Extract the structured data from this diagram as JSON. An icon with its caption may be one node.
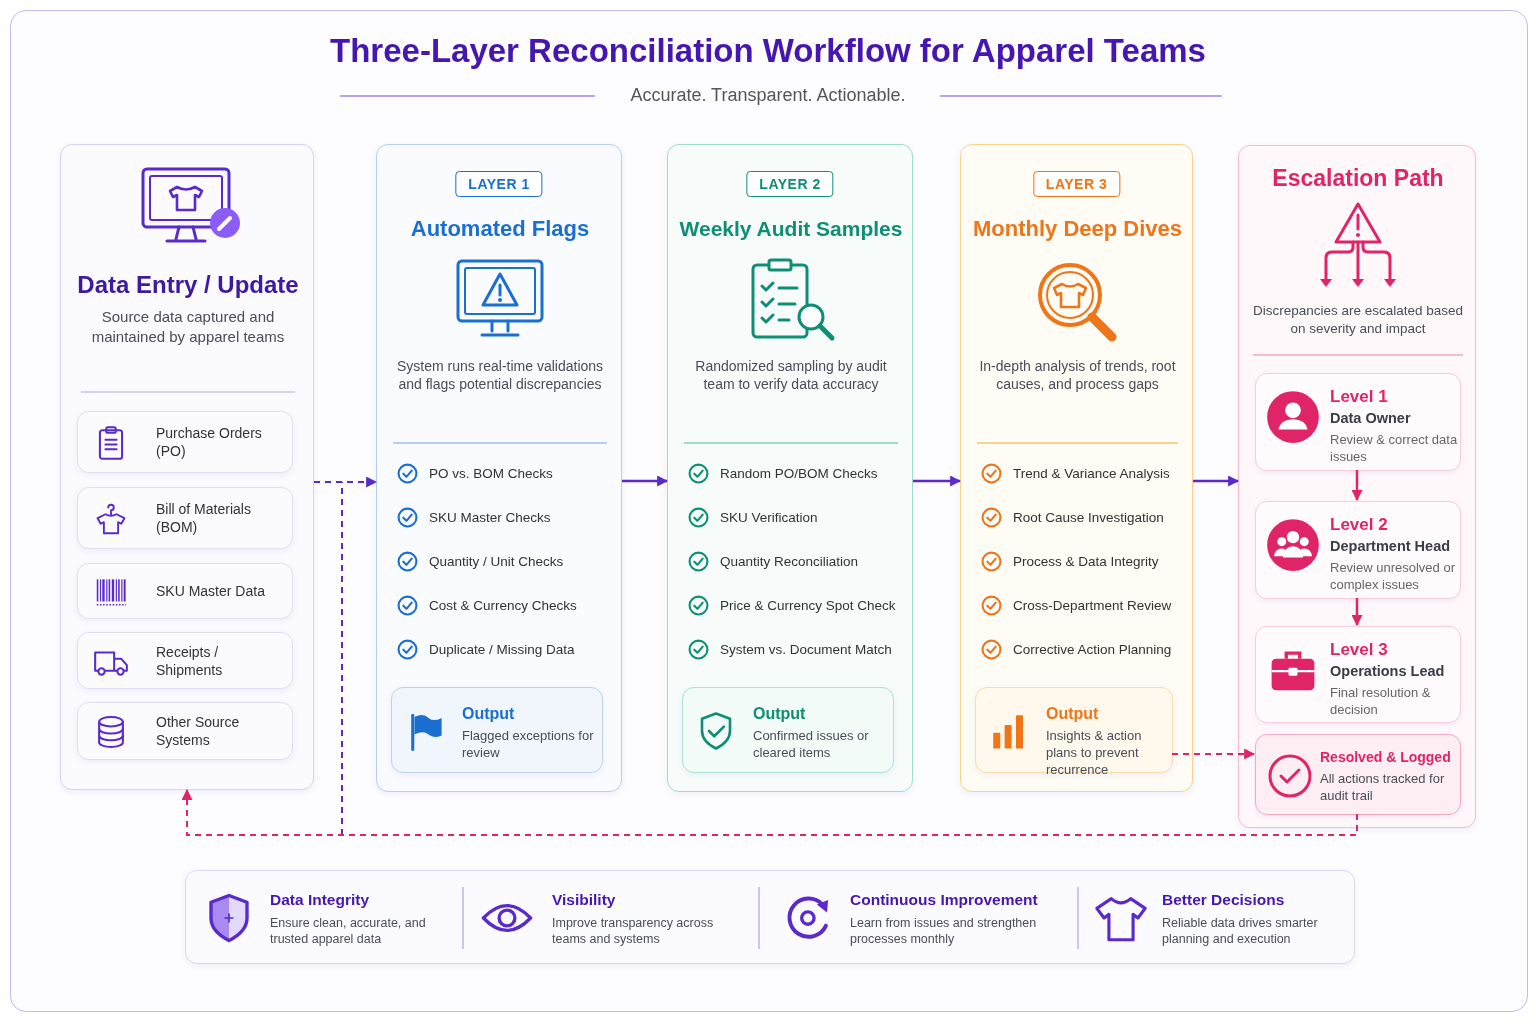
{
  "diagram": {
    "title": "Three-Layer Reconciliation Workflow for Apparel Teams",
    "nodes": [
      {
        "text": [
          "Data Entry / Update",
          "Source data captured and maintained by apparel teams"
        ]
      },
      {
        "text": [
          "Purchase Orders (PO)"
        ],
        "in": 0
      },
      {
        "text": [
          "Bill of Materials (BOM)"
        ],
        "in": 0
      },
      {
        "text": [
          "SKU Master Data"
        ],
        "in": 0
      },
      {
        "text": [
          "Receipts / Shipments"
        ],
        "in": 0
      },
      {
        "text": [
          "Other Source Systems"
        ],
        "in": 0
      },
      {
        "text": [
          "LAYER 1",
          "Automated Flags",
          "System runs real-time validations and flags potential discrepancies",
          "PO vs. BOM Checks",
          "SKU Master Checks",
          "Quantity / Unit Checks",
          "Cost & Currency Checks",
          "Duplicate / Missing Data"
        ]
      },
      {
        "text": [
          "Output",
          "Flagged exceptions for review"
        ],
        "in": 6
      },
      {
        "text": [
          "LAYER 2",
          "Weekly Audit Samples",
          "Randomized sampling by audit team to verify data accuracy",
          "Random PO/BOM Checks",
          "SKU Verification",
          "Quantity Reconciliation",
          "Price & Currency Spot Check",
          "System vs. Document Match"
        ]
      },
      {
        "text": [
          "Output",
          "Confirmed issues or cleared items"
        ],
        "in": 8
      },
      {
        "text": [
          "LAYER 3",
          "Monthly Deep Dives",
          "In-depth analysis of trends, root causes, and process gaps",
          "Trend & Variance Analysis",
          "Root Cause Investigation",
          "Process & Data Integrity",
          "Cross-Department Review",
          "Corrective Action Planning"
        ]
      },
      {
        "text": [
          "Output",
          "Insights & action plans to prevent recurrence"
        ],
        "in": 10
      },
      {
        "text": [
          "Escalation Path",
          "Discrepancies are escalated based on severity and impact"
        ]
      },
      {
        "text": [
          "Level 1",
          "Data Owner",
          "Review & correct data issues"
        ],
        "in": 12
      },
      {
        "text": [
          "Level 2",
          "Department Head",
          "Review unresolved or complex issues"
        ],
        "in": 12
      },
      {
        "text": [
          "Level 3",
          "Operations Lead",
          "Final resolution & decision"
        ],
        "in": 12
      },
      {
        "text": [
          "Resolved & Logged",
          "All actions tracked for audit trail"
        ],
        "in": 12
      },
      {
        "text": [
          "Data Integrity",
          "Ensure clean, accurate, and trusted apparel data",
          "Visibility",
          "Improve transparency across teams and systems",
          "Continuous Improvement",
          "Learn from issues and strengthen processes monthly",
          "Better Decisions",
          "Reliable data drives smarter planning and execution"
        ]
      }
    ],
    "edges": [
      {
        "from": 0,
        "to": 6,
        "arrow": "to",
        "style": "dashed"
      },
      {
        "from": 6,
        "to": 8,
        "arrow": "to"
      },
      {
        "from": 8,
        "to": 10,
        "arrow": "to"
      },
      {
        "from": 10,
        "to": 12,
        "arrow": "to"
      },
      {
        "from": 11,
        "to": 16,
        "arrow": "to",
        "style": "dashed",
        "color": "#e02468"
      },
      {
        "from": 13,
        "to": 14,
        "arrow": "to",
        "color": "#e02468"
      },
      {
        "from": 14,
        "to": 15,
        "arrow": "to",
        "color": "#e02468"
      },
      {
        "from": 16,
        "to": 0,
        "arrow": "to",
        "style": "dashed",
        "color": "#e02468"
      }
    ],
    "labels": [
      "Accurate. Transparent. Actionable."
    ]
  }
}
